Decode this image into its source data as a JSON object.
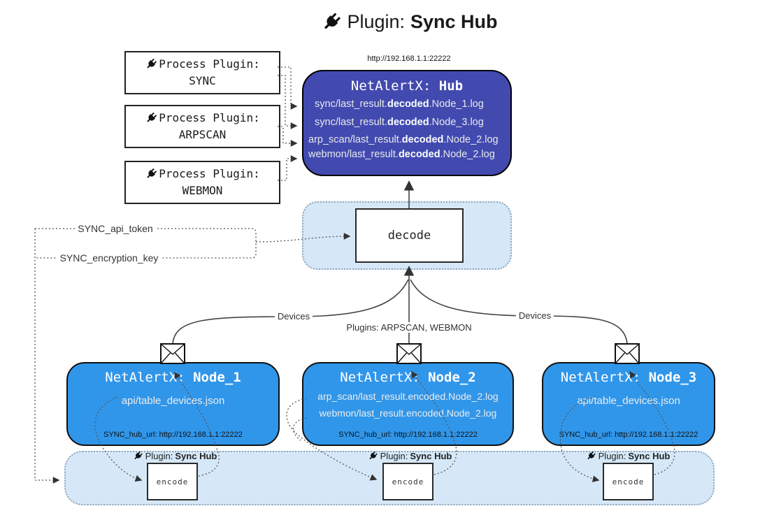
{
  "title": {
    "prefix": "Plugin:",
    "name": "Sync Hub"
  },
  "colors": {
    "hub_fill": "#424ab0",
    "node_fill": "#3096ea",
    "panel_fill": "#d6e8f8",
    "line": "#333333"
  },
  "process_plugins": [
    {
      "label": "Process Plugin:",
      "name": "SYNC"
    },
    {
      "label": "Process Plugin:",
      "name": "ARPSCAN"
    },
    {
      "label": "Process Plugin:",
      "name": "WEBMON"
    }
  ],
  "hub": {
    "url": "http://192.168.1.1:22222",
    "title_prefix": "NetAlertX:",
    "title_name": "Hub",
    "files": [
      {
        "pre": "sync/last_result.",
        "bold": "decoded",
        "post": ".Node_1.log"
      },
      {
        "pre": "sync/last_result.",
        "bold": "decoded",
        "post": ".Node_3.log"
      },
      {
        "pre": "arp_scan/last_result.",
        "bold": "decoded",
        "post": ".Node_2.log"
      },
      {
        "pre": "webmon/last_result.",
        "bold": "decoded",
        "post": ".Node_2.log"
      }
    ]
  },
  "decode": {
    "label": "decode"
  },
  "config": {
    "api_token": "SYNC_api_token",
    "encryption_key": "SYNC_encryption_key"
  },
  "edge_labels": {
    "devices_left": "Devices",
    "devices_right": "Devices",
    "plugins_center": "Plugins: ARPSCAN, WEBMON"
  },
  "nodes": [
    {
      "title_prefix": "NetAlertX:",
      "title_name": "Node_1",
      "files": [
        "api/table_devices.json"
      ],
      "hub_url": "SYNC_hub_url: http://192.168.1.1:22222"
    },
    {
      "title_prefix": "NetAlertX:",
      "title_name": "Node_2",
      "files": [
        "arp_scan/last_result.encoded.Node_2.log",
        "webmon/last_result.encoded.Node_2.log"
      ],
      "hub_url": "SYNC_hub_url: http://192.168.1.1:22222"
    },
    {
      "title_prefix": "NetAlertX:",
      "title_name": "Node_3",
      "files": [
        "api/table_devices.json"
      ],
      "hub_url": "SYNC_hub_url: http://192.168.1.1:22222"
    }
  ],
  "band": {
    "plugin_label_prefix": "Plugin:",
    "plugin_label_name": "Sync Hub",
    "encode_label": "encode"
  }
}
